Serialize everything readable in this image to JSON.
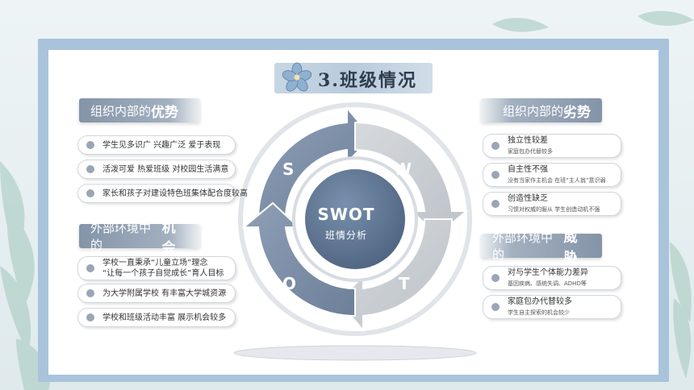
{
  "title": "3.班级情况",
  "center": {
    "title": "SWOT",
    "subtitle": "班情分析"
  },
  "quadrants": [
    "S",
    "W",
    "O",
    "T"
  ],
  "strengths": {
    "heading": "组织内部的",
    "heading_em": "优势",
    "items": [
      "学生见多识广 兴趣广泛 爱于表现",
      "活泼可爱 热爱班级 对校园生活满意",
      "家长和孩子对建设特色班集体配合度较高"
    ]
  },
  "opportunities": {
    "heading": "外部环境中的",
    "heading_em": "机会",
    "items": [
      {
        "line1": "学校一直秉承“儿童立场”理念",
        "line2": "“让每一个孩子自觉成长”育人目标"
      },
      {
        "line1": "为大学附属学校 有丰富大学城资源",
        "line2": ""
      },
      {
        "line1": "学校和班级活动丰富 展示机会较多",
        "line2": ""
      }
    ]
  },
  "weaknesses": {
    "heading": "组织内部的",
    "heading_em": "劣势",
    "items": [
      {
        "main": "独立性较差",
        "sub": "家庭包办代替较多"
      },
      {
        "main": "自主性不强",
        "sub": "没有当家作主机会 在班“主人翁”意识弱"
      },
      {
        "main": "创造性缺乏",
        "sub": "习惯对权威的服从 学生创造动机不强"
      }
    ]
  },
  "threats": {
    "heading": "外部环境中的",
    "heading_em": "威胁",
    "items": [
      {
        "main": "对与学生个体能力差异",
        "sub": "基因疾病、感统失调、ADHD等"
      },
      {
        "main": "家庭包办代替较多",
        "sub": "学生自主探索的机会较少"
      }
    ]
  },
  "colors": {
    "frame": "#a9c3db",
    "ring_dark": "#7f90a8",
    "ring_light": "#c9ced4",
    "center": "#5f7593"
  }
}
